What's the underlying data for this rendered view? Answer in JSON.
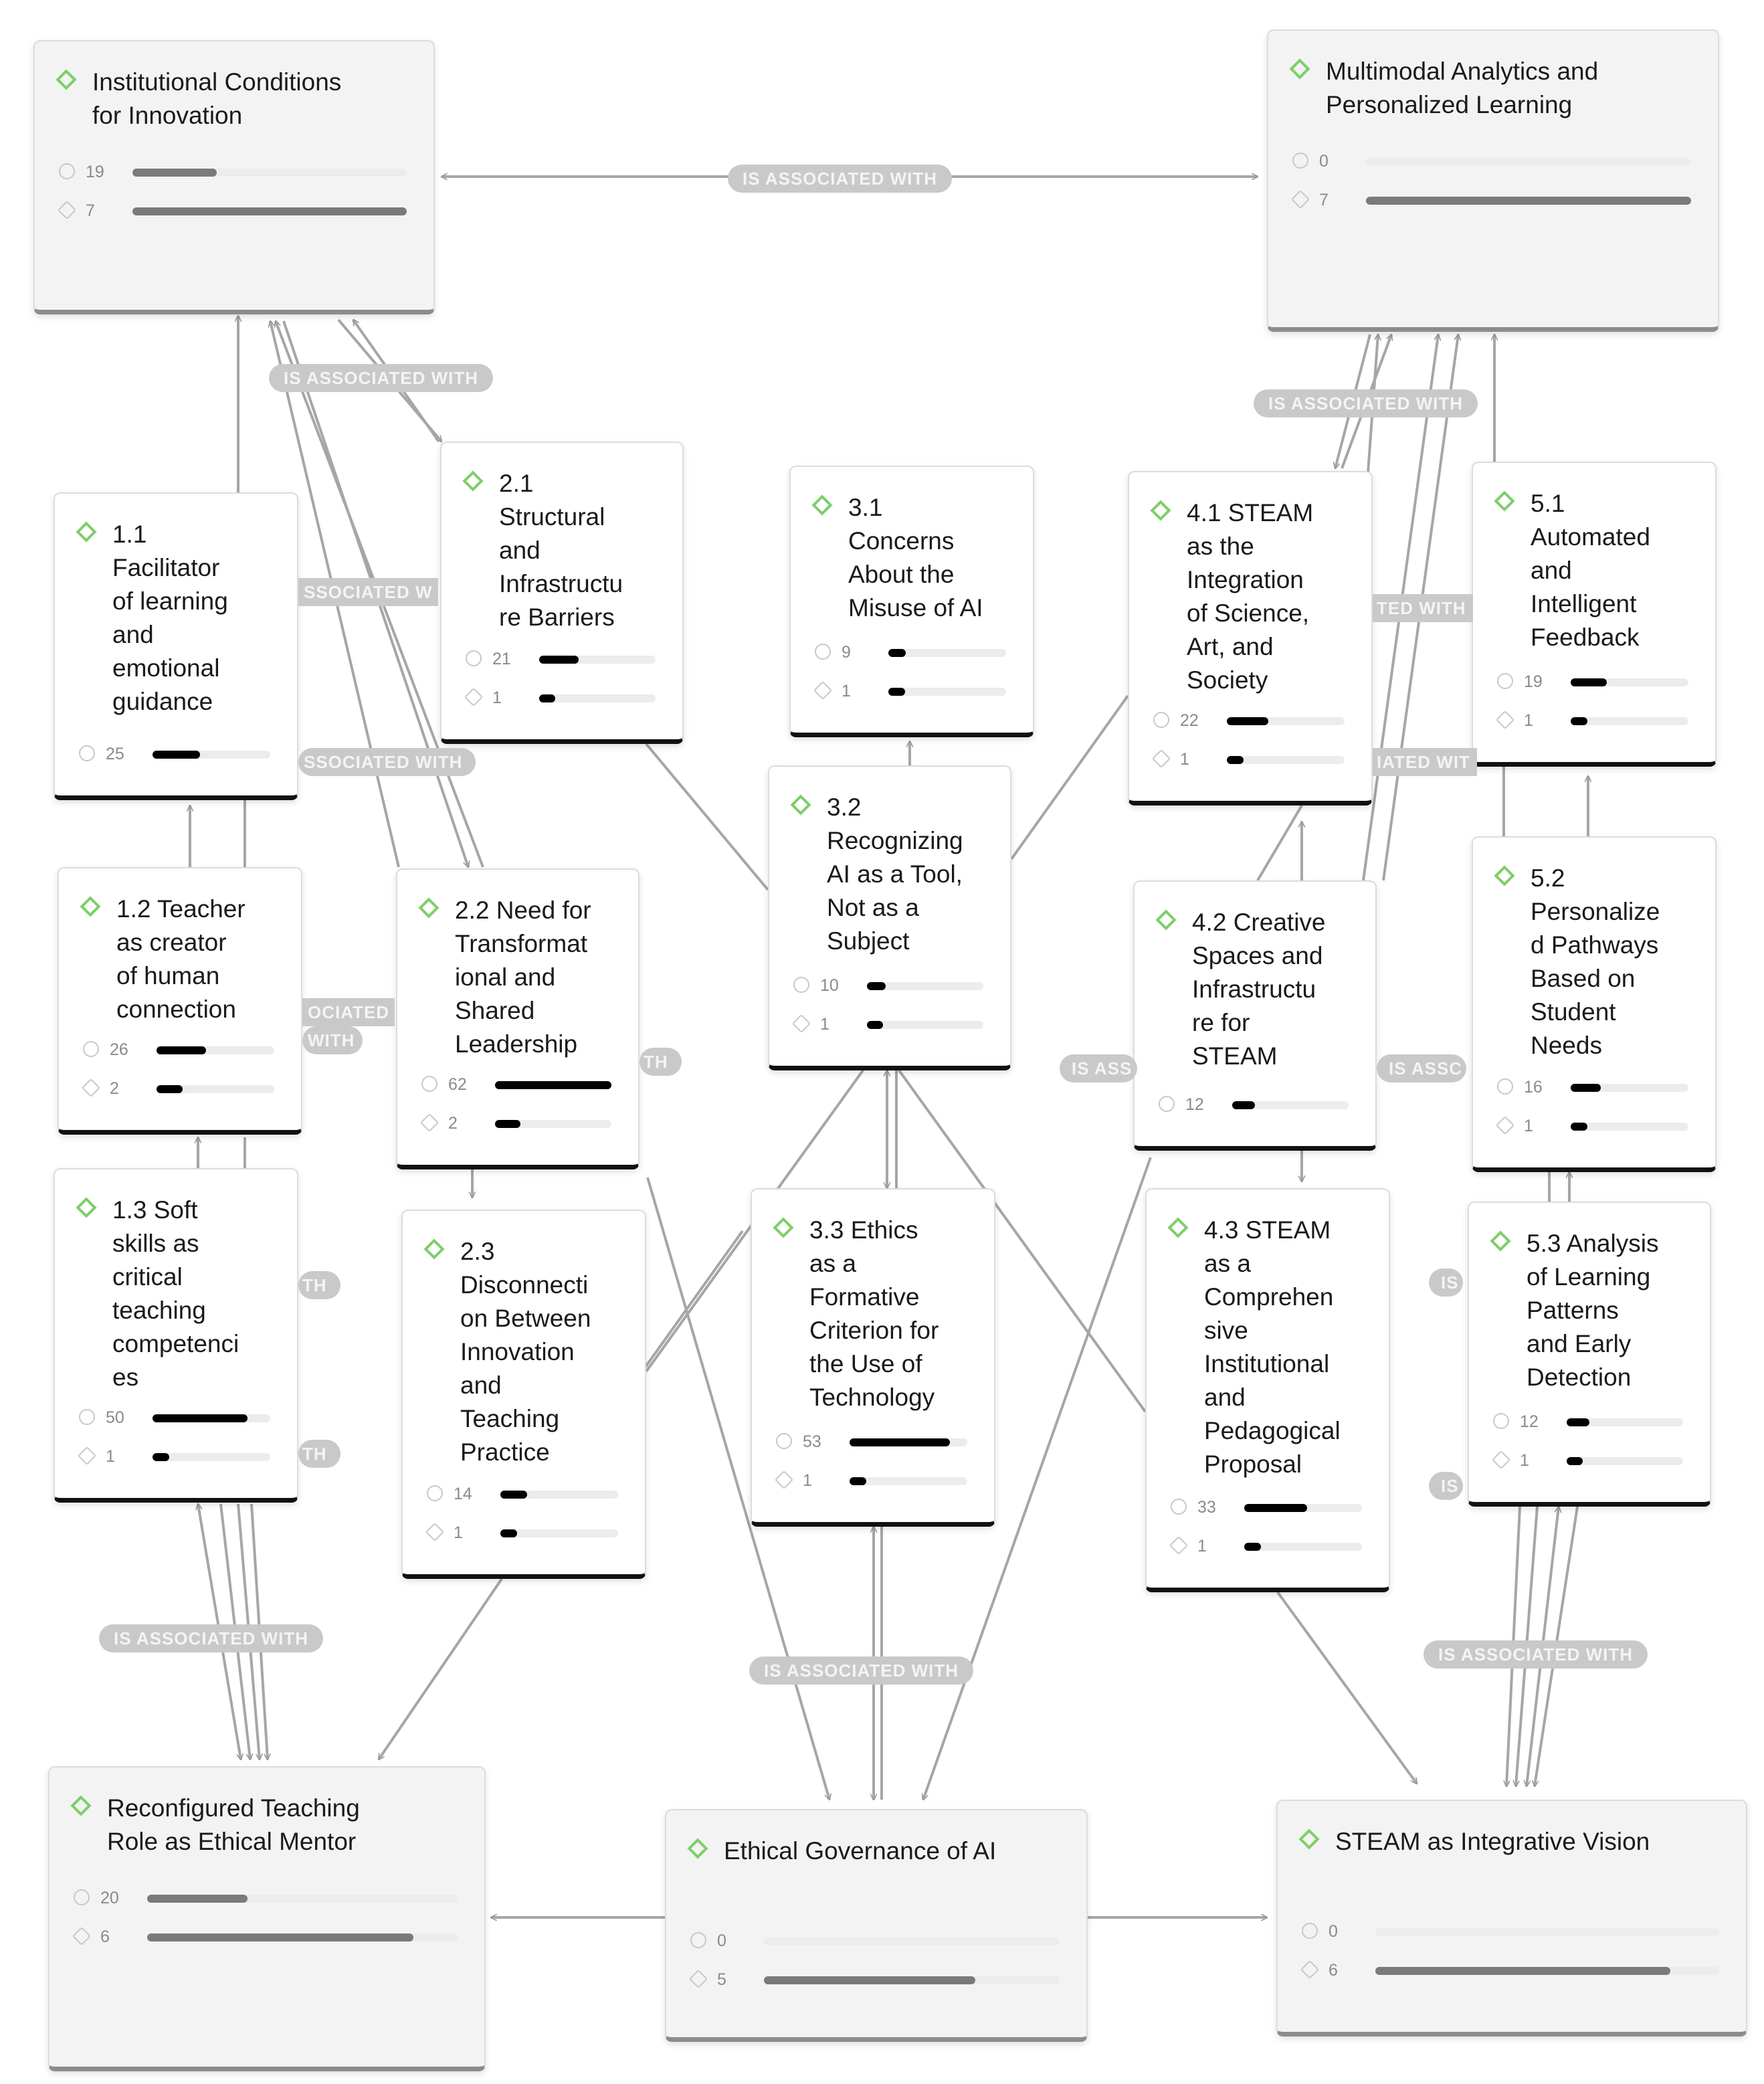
{
  "edge_label": "IS ASSOCIATED WITH",
  "edge_label_fragments": [
    "SSOCIATED W",
    "SSOCIATED WITH",
    "OCIATED",
    "WITH",
    "TH",
    "TED WITH",
    "IATED WIT",
    "IS ASS",
    "IS ASSC",
    "IS"
  ],
  "themes": [
    {
      "id": "t1",
      "title": "Institutional Conditions\nfor Innovation",
      "groundedness": 19,
      "density": 7
    },
    {
      "id": "t2",
      "title": "Multimodal Analytics and\nPersonalized Learning",
      "groundedness": 0,
      "density": 7
    },
    {
      "id": "t3",
      "title": "Reconfigured Teaching\nRole as Ethical Mentor",
      "groundedness": 20,
      "density": 6
    },
    {
      "id": "t4",
      "title": "Ethical Governance of AI",
      "groundedness": 0,
      "density": 5
    },
    {
      "id": "t5",
      "title": "STEAM as Integrative Vision",
      "groundedness": 0,
      "density": 6
    }
  ],
  "codes": [
    {
      "id": "c11",
      "title": "1.1\nFacilitator\nof learning\nand\nemotional\nguidance",
      "groundedness": 25,
      "density": null
    },
    {
      "id": "c12",
      "title": "1.2 Teacher\nas creator\nof human\nconnection",
      "groundedness": 26,
      "density": 2
    },
    {
      "id": "c13",
      "title": "1.3 Soft\nskills as\ncritical\nteaching\ncompetenci\nes",
      "groundedness": 50,
      "density": 1
    },
    {
      "id": "c21",
      "title": "2.1\nStructural\nand\nInfrastructu\nre Barriers",
      "groundedness": 21,
      "density": 1
    },
    {
      "id": "c22",
      "title": "2.2 Need for\nTransformat\nional and\nShared\nLeadership",
      "groundedness": 62,
      "density": 2
    },
    {
      "id": "c23",
      "title": "2.3\nDisconnecti\non Between\nInnovation\nand\nTeaching\nPractice",
      "groundedness": 14,
      "density": 1
    },
    {
      "id": "c31",
      "title": "3.1\nConcerns\nAbout the\nMisuse of AI",
      "groundedness": 9,
      "density": 1
    },
    {
      "id": "c32",
      "title": "3.2\nRecognizing\nAI as a Tool,\nNot as a\nSubject",
      "groundedness": 10,
      "density": 1
    },
    {
      "id": "c33",
      "title": "3.3 Ethics\nas a\nFormative\nCriterion for\nthe Use of\nTechnology",
      "groundedness": 53,
      "density": 1
    },
    {
      "id": "c41",
      "title": "4.1 STEAM\nas the\nIntegration\nof Science,\nArt, and\nSociety",
      "groundedness": 22,
      "density": 1
    },
    {
      "id": "c42",
      "title": "4.2 Creative\nSpaces and\nInfrastructu\nre for\nSTEAM",
      "groundedness": 12,
      "density": null
    },
    {
      "id": "c43",
      "title": "4.3 STEAM\nas a\nComprehen\nsive\nInstitutional\nand\nPedagogical\nProposal",
      "groundedness": 33,
      "density": 1
    },
    {
      "id": "c51",
      "title": "5.1\nAutomated\nand\nIntelligent\nFeedback",
      "groundedness": 19,
      "density": 1
    },
    {
      "id": "c52",
      "title": "5.2\nPersonalize\nd Pathways\nBased on\nStudent\nNeeds",
      "groundedness": 16,
      "density": 1
    },
    {
      "id": "c53",
      "title": "5.3 Analysis\nof Learning\nPatterns\nand Early\nDetection",
      "groundedness": 12,
      "density": 1
    }
  ],
  "bar_scale_max": 62
}
